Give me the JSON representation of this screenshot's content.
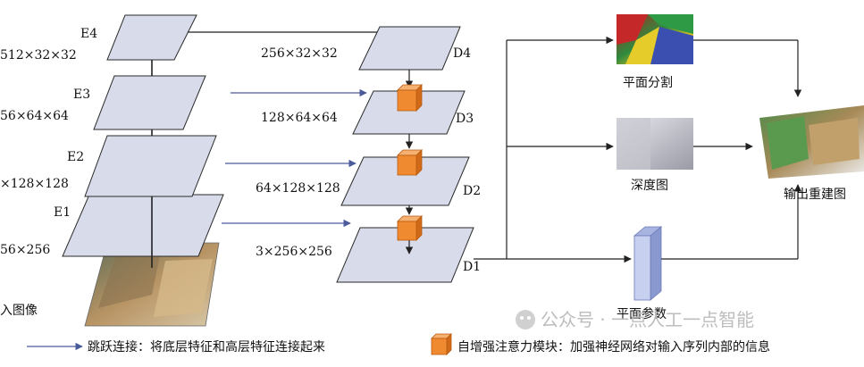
{
  "encoder": {
    "layers": [
      {
        "name": "E4",
        "dims": "512×32×32"
      },
      {
        "name": "E3",
        "dims": "56×64×64"
      },
      {
        "name": "E2",
        "dims": "×128×128"
      },
      {
        "name": "E1",
        "dims": "56×256"
      }
    ],
    "input_label": "入图像"
  },
  "decoder": {
    "layers": [
      {
        "name": "D4",
        "dims": "256×32×32"
      },
      {
        "name": "D3",
        "dims": "128×64×64"
      },
      {
        "name": "D2",
        "dims": "64×128×128"
      },
      {
        "name": "D1",
        "dims": "3×256×256"
      }
    ]
  },
  "outputs": {
    "plane_seg": "平面分割",
    "depth": "深度图",
    "plane_params": "平面参数",
    "reconstruction": "输出重建图"
  },
  "legend": {
    "skip": "跳跃连接：将底层特征和高层特征连接起来",
    "attention": "自增强注意力模块：加强神经网络对输入序列内部的信息"
  },
  "watermark": "公众号 · 一点人工一点智能",
  "colors": {
    "plane_fill": "#d8dcea",
    "plane_stroke": "#2a2a2a",
    "skip_arrow": "#4a5a9a",
    "attention_cube": "#f08a30",
    "param_bar": "#c8d0f0"
  }
}
